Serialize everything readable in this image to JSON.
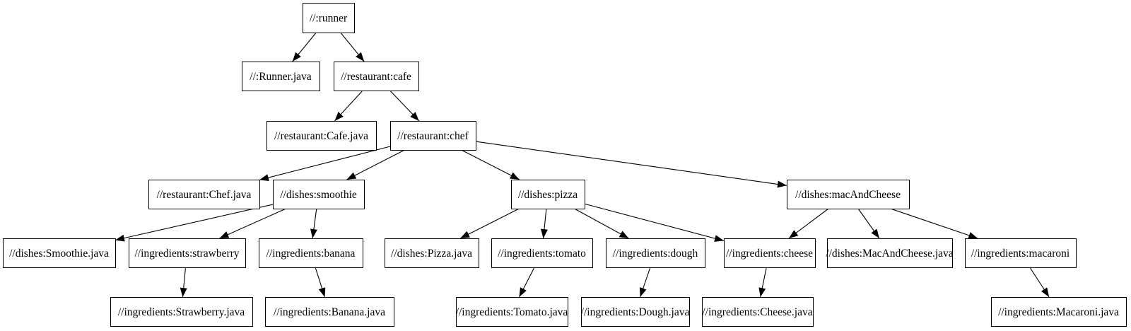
{
  "diagram": {
    "title": "bazel-target-dependency-graph",
    "type": "directed-graph",
    "background_color": "#ffffff",
    "node_fill_color": "#ffffff",
    "node_border_color": "#000000",
    "edge_color": "#000000",
    "nodes": [
      {
        "id": "runner",
        "label": "//:runner"
      },
      {
        "id": "runner_java",
        "label": "//:Runner.java"
      },
      {
        "id": "cafe",
        "label": "//restaurant:cafe"
      },
      {
        "id": "cafe_java",
        "label": "//restaurant:Cafe.java"
      },
      {
        "id": "chef",
        "label": "//restaurant:chef"
      },
      {
        "id": "chef_java",
        "label": "//restaurant:Chef.java"
      },
      {
        "id": "smoothie",
        "label": "//dishes:smoothie"
      },
      {
        "id": "pizza",
        "label": "//dishes:pizza"
      },
      {
        "id": "macAndCheese",
        "label": "//dishes:macAndCheese"
      },
      {
        "id": "smoothie_java",
        "label": "//dishes:Smoothie.java"
      },
      {
        "id": "strawberry",
        "label": "//ingredients:strawberry"
      },
      {
        "id": "banana",
        "label": "//ingredients:banana"
      },
      {
        "id": "pizza_java",
        "label": "//dishes:Pizza.java"
      },
      {
        "id": "tomato",
        "label": "//ingredients:tomato"
      },
      {
        "id": "dough",
        "label": "//ingredients:dough"
      },
      {
        "id": "cheese",
        "label": "//ingredients:cheese"
      },
      {
        "id": "macAndCheese_java",
        "label": "//dishes:MacAndCheese.java"
      },
      {
        "id": "macaroni",
        "label": "//ingredients:macaroni"
      },
      {
        "id": "strawberry_java",
        "label": "//ingredients:Strawberry.java"
      },
      {
        "id": "banana_java",
        "label": "//ingredients:Banana.java"
      },
      {
        "id": "tomato_java",
        "label": "//ingredients:Tomato.java"
      },
      {
        "id": "dough_java",
        "label": "//ingredients:Dough.java"
      },
      {
        "id": "cheese_java",
        "label": "//ingredients:Cheese.java"
      },
      {
        "id": "macaroni_java",
        "label": "//ingredients:Macaroni.java"
      }
    ],
    "edges": [
      {
        "from": "runner",
        "to": "runner_java"
      },
      {
        "from": "runner",
        "to": "cafe"
      },
      {
        "from": "cafe",
        "to": "cafe_java"
      },
      {
        "from": "cafe",
        "to": "chef"
      },
      {
        "from": "chef",
        "to": "chef_java"
      },
      {
        "from": "chef",
        "to": "smoothie"
      },
      {
        "from": "chef",
        "to": "pizza"
      },
      {
        "from": "chef",
        "to": "macAndCheese"
      },
      {
        "from": "smoothie",
        "to": "smoothie_java"
      },
      {
        "from": "smoothie",
        "to": "strawberry"
      },
      {
        "from": "smoothie",
        "to": "banana"
      },
      {
        "from": "pizza",
        "to": "pizza_java"
      },
      {
        "from": "pizza",
        "to": "tomato"
      },
      {
        "from": "pizza",
        "to": "dough"
      },
      {
        "from": "pizza",
        "to": "cheese"
      },
      {
        "from": "macAndCheese",
        "to": "cheese"
      },
      {
        "from": "macAndCheese",
        "to": "macAndCheese_java"
      },
      {
        "from": "macAndCheese",
        "to": "macaroni"
      },
      {
        "from": "strawberry",
        "to": "strawberry_java"
      },
      {
        "from": "banana",
        "to": "banana_java"
      },
      {
        "from": "tomato",
        "to": "tomato_java"
      },
      {
        "from": "dough",
        "to": "dough_java"
      },
      {
        "from": "cheese",
        "to": "cheese_java"
      },
      {
        "from": "macaroni",
        "to": "macaroni_java"
      }
    ]
  }
}
